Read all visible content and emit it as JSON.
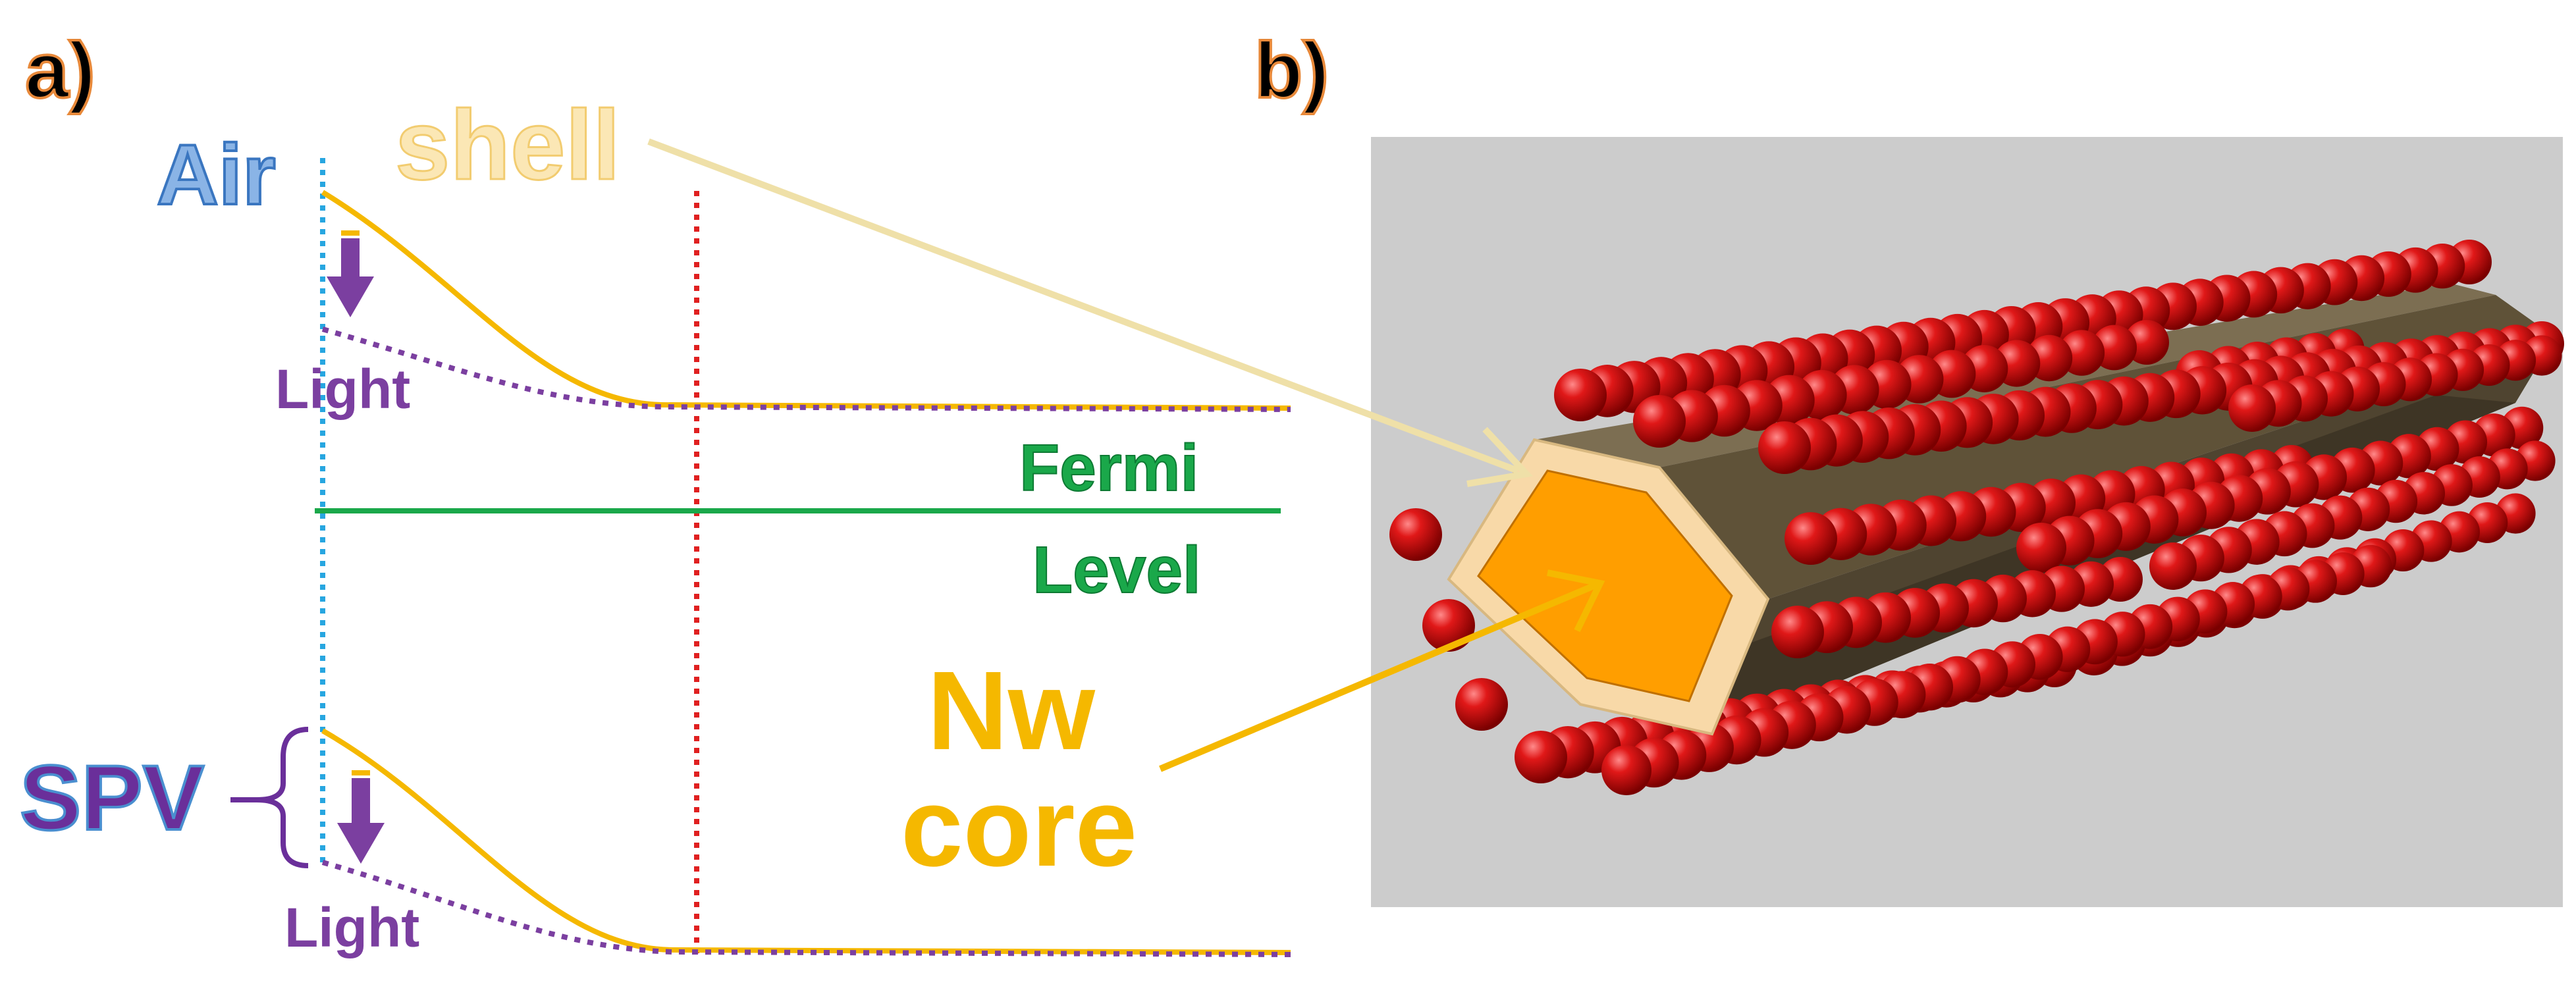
{
  "panel_a": {
    "label": "a)",
    "air_label": "Air",
    "shell_label": "shell",
    "light_label_top": "Light",
    "light_label_bottom": "Light",
    "fermi_line1": "Fermi",
    "fermi_line2": "Level",
    "spv_label": "SPV",
    "core_line1": "Nw",
    "core_line2": "core"
  },
  "panel_b": {
    "label": "b)"
  },
  "colors": {
    "panel_label": "#000000",
    "panel_label_outline": "#e8893a",
    "air": "#8ab4e6",
    "air_line": "#27a6e0",
    "shell": "#f9dfa0",
    "band": "#f5b800",
    "light_band": "#7b3fa0",
    "fermi": "#1aa84a",
    "spv": "#6a2f9a",
    "core_text": "#f5b800",
    "interface_line": "#e02020",
    "background_3d": "#cccccc",
    "nanowire_body": "#6f6249",
    "shell_ring": "#f8d9a8",
    "core_hex": "#ff9e00",
    "particle": "#d91010"
  }
}
